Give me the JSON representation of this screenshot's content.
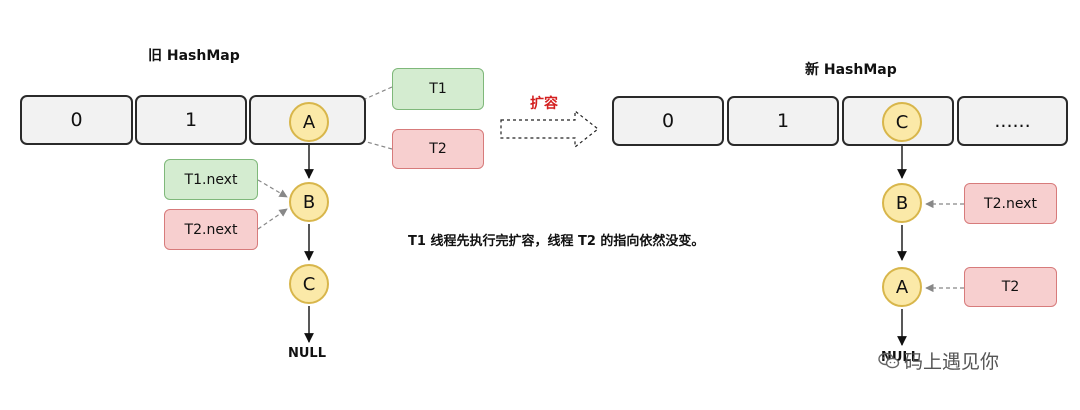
{
  "old_map": {
    "title": "旧 HashMap",
    "buckets": [
      "0",
      "1",
      ""
    ],
    "chain": [
      "A",
      "B",
      "C"
    ],
    "null_label": "NULL",
    "pointers": {
      "t1": "T1",
      "t2": "T2",
      "t1_next": "T1.next",
      "t2_next": "T2.next"
    }
  },
  "resize": {
    "label": "扩容"
  },
  "new_map": {
    "title": "新 HashMap",
    "buckets": [
      "0",
      "1",
      "",
      "......"
    ],
    "chain": [
      "C",
      "B",
      "A"
    ],
    "null_label": "NULL",
    "pointers": {
      "t2_next": "T2.next",
      "t2": "T2"
    }
  },
  "note": "T1 线程先执行完扩容，线程 T2 的指向依然没变。",
  "watermark": "码上遇见你",
  "colors": {
    "node_fill": "#fbe9a8",
    "node_border": "#d8b64b",
    "green_fill": "#d4ecd0",
    "red_fill": "#f7cfcf",
    "resize_text": "#d42020"
  }
}
